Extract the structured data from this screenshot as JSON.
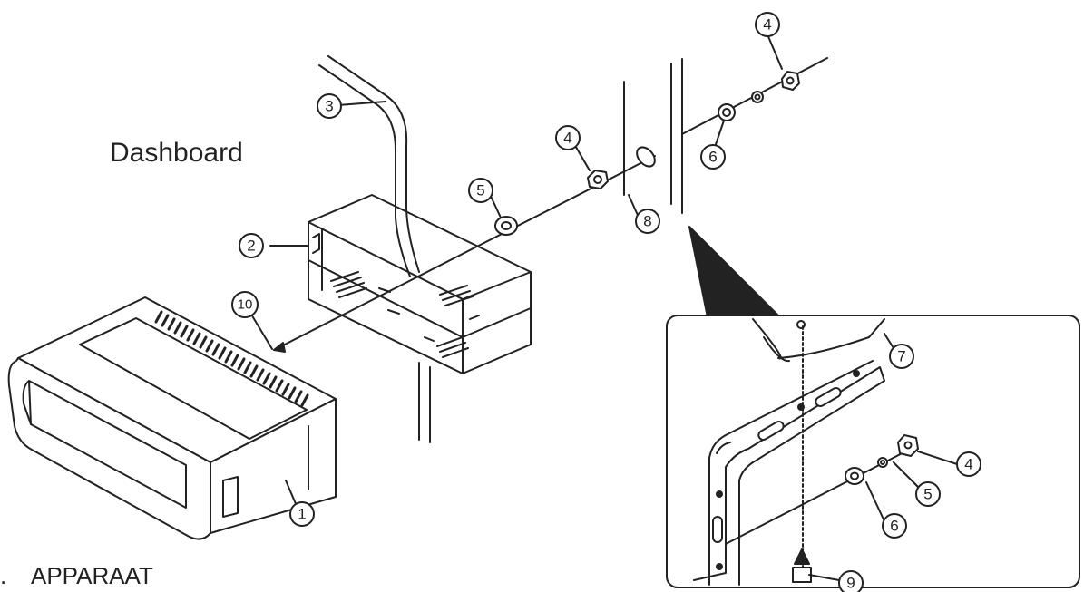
{
  "heading": "Dashboard",
  "footer": {
    "number": ".",
    "label": "APPARAAT"
  },
  "callouts": {
    "c1": "1",
    "c2": "2",
    "c3": "3",
    "c4a": "4",
    "c4b": "4",
    "c4c": "4",
    "c5a": "5",
    "c5b": "5",
    "c6a": "6",
    "c6b": "6",
    "c7": "7",
    "c8": "8",
    "c9": "9",
    "c10": "10"
  },
  "colors": {
    "ink": "#222222",
    "background": "#ffffff"
  }
}
